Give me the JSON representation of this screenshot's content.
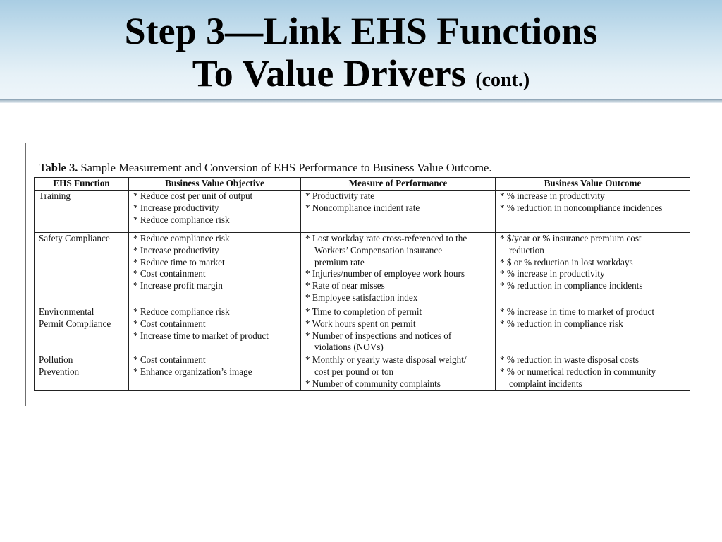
{
  "slide": {
    "title_line1": "Step 3—Link EHS Functions",
    "title_line2": "To Value Drivers",
    "title_suffix": "(cont.)"
  },
  "table": {
    "caption_label": "Table 3.",
    "caption_text": " Sample Measurement and Conversion of EHS Performance to Business Value Outcome.",
    "headers": [
      "EHS Function",
      "Business Value Objective",
      "Measure of Performance",
      "Business Value Outcome"
    ],
    "rows": [
      {
        "function": [
          "Training"
        ],
        "objective": [
          "* Reduce cost per unit of output",
          "* Increase productivity",
          "* Reduce compliance risk"
        ],
        "measure": [
          "* Productivity rate",
          "* Noncompliance incident rate"
        ],
        "outcome": [
          "* % increase in productivity",
          "* % reduction in noncompliance incidences"
        ]
      },
      {
        "function": [
          "Safety Compliance"
        ],
        "objective": [
          "* Reduce compliance risk",
          "* Increase productivity",
          "* Reduce time to market",
          "* Cost containment",
          "* Increase profit margin"
        ],
        "measure": [
          "* Lost workday rate cross-referenced to the",
          "Workers’ Compensation  insurance",
          "premium rate",
          "* Injuries/number of employee work hours",
          "* Rate of near misses",
          "* Employee satisfaction index"
        ],
        "outcome": [
          "* $/year or % insurance premium cost",
          "reduction",
          "* $ or % reduction in lost workdays",
          "* % increase in productivity",
          "* % reduction in compliance incidents"
        ]
      },
      {
        "function": [
          "Environmental",
          "Permit Compliance"
        ],
        "objective": [
          "* Reduce compliance risk",
          "* Cost containment",
          "* Increase time to market of product"
        ],
        "measure": [
          "* Time to completion of permit",
          "* Work hours spent on permit",
          "* Number of inspections and notices of",
          "violations (NOVs)"
        ],
        "outcome": [
          "* % increase in time to market of product",
          "* % reduction in compliance risk"
        ]
      },
      {
        "function": [
          "Pollution",
          "Prevention"
        ],
        "objective": [
          "* Cost containment",
          "* Enhance organization’s image"
        ],
        "measure": [
          "* Monthly or yearly waste disposal weight/",
          "cost per pound or ton",
          "* Number of community complaints"
        ],
        "outcome": [
          "* % reduction in waste disposal costs",
          "* % or numerical reduction in community",
          "complaint incidents"
        ]
      }
    ]
  }
}
